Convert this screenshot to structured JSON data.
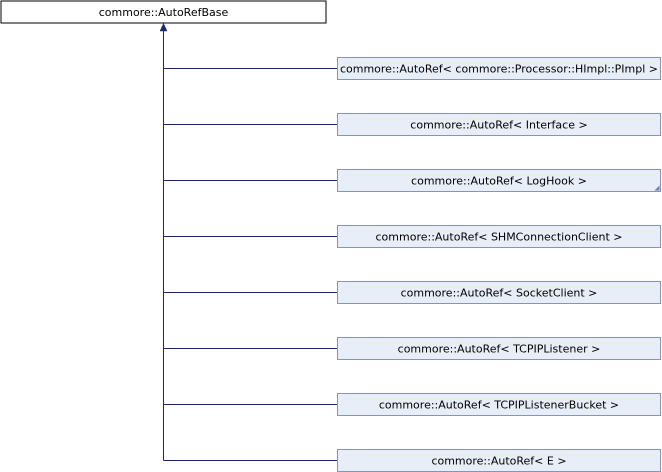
{
  "base_class": {
    "label": "commore::AutoRefBase"
  },
  "derived_classes": [
    {
      "label": "commore::AutoRef< commore::Processor::HImpl::PImpl >",
      "has_more": false
    },
    {
      "label": "commore::AutoRef< Interface >",
      "has_more": false
    },
    {
      "label": "commore::AutoRef< LogHook >",
      "has_more": true
    },
    {
      "label": "commore::AutoRef< SHMConnectionClient >",
      "has_more": false
    },
    {
      "label": "commore::AutoRef< SocketClient >",
      "has_more": false
    },
    {
      "label": "commore::AutoRef< TCPIPListener >",
      "has_more": false
    },
    {
      "label": "commore::AutoRef< TCPIPListenerBucket >",
      "has_more": false
    },
    {
      "label": "commore::AutoRef< E >",
      "has_more": false
    }
  ],
  "colors": {
    "base_fill": "#ffffff",
    "base_stroke": "#000000",
    "derived_fill": "#e8eef7",
    "derived_stroke": "#8494bd",
    "edge": "#1a2a70",
    "more_marker": "#6a80b0"
  }
}
